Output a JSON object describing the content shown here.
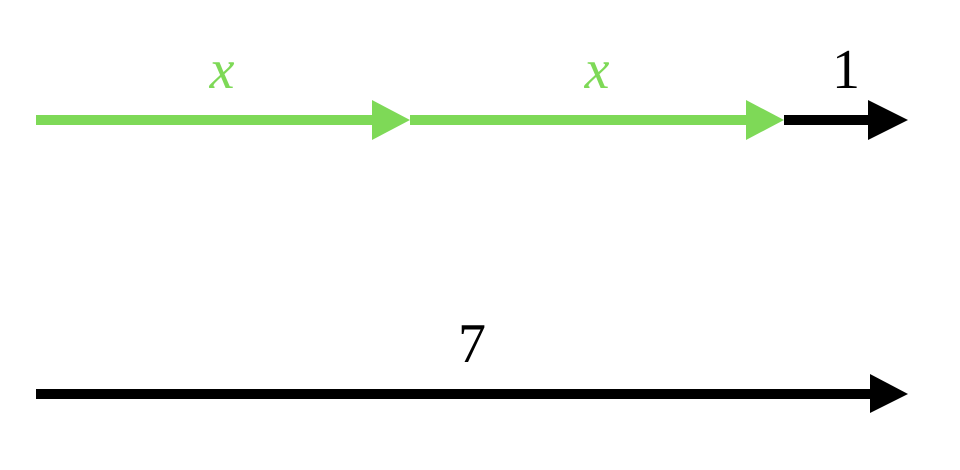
{
  "diagram": {
    "description": "Bar model: x + x + 1 = 7",
    "colors": {
      "green": "#7ed957",
      "black": "#000000",
      "background": "#ffffff"
    },
    "top_row": {
      "segments": [
        {
          "label": "x",
          "color": "#7ed957"
        },
        {
          "label": "x",
          "color": "#7ed957"
        },
        {
          "label": "1",
          "color": "#000000"
        }
      ]
    },
    "bottom_row": {
      "segments": [
        {
          "label": "7",
          "color": "#000000"
        }
      ]
    }
  }
}
